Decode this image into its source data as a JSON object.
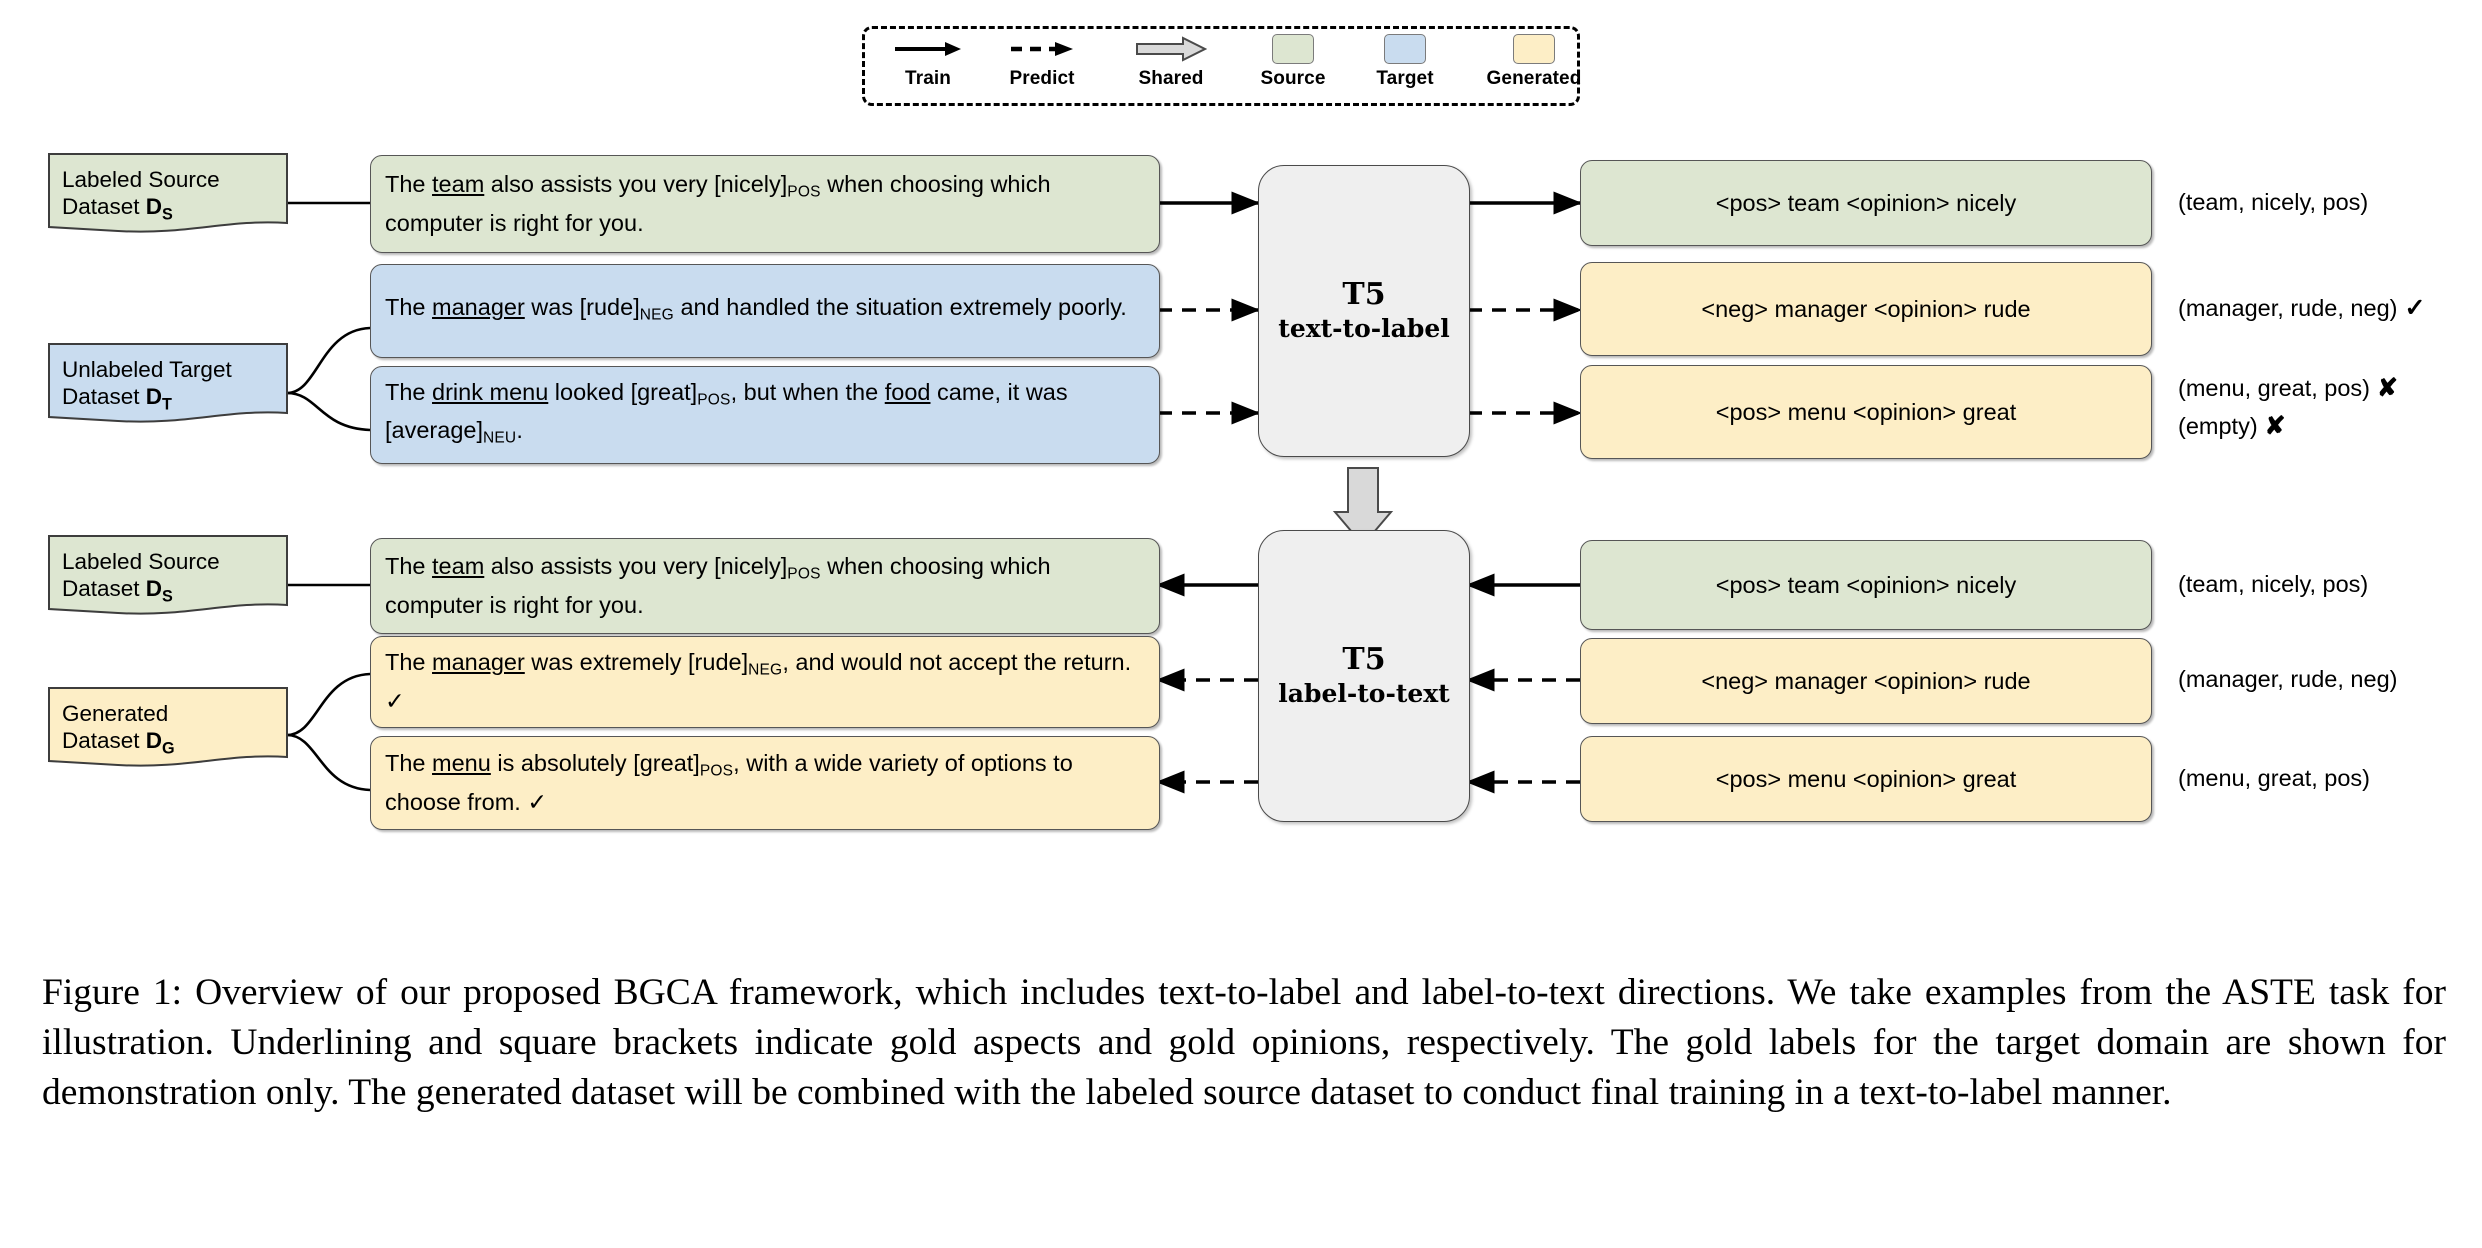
{
  "legend": {
    "items": [
      {
        "label": "Train",
        "glyph": "solid-arrow-icon"
      },
      {
        "label": "Predict",
        "glyph": "dashed-arrow-icon"
      },
      {
        "label": "Shared",
        "glyph": "block-arrow-icon"
      },
      {
        "label": "Source",
        "glyph": "green-swatch-icon",
        "color": "#dbe5ce"
      },
      {
        "label": "Target",
        "glyph": "blue-swatch-icon",
        "color": "#c5d9ec"
      },
      {
        "label": "Generated",
        "glyph": "yellow-swatch-icon",
        "color": "#fdeec5"
      }
    ]
  },
  "colors": {
    "source_green": "#dde6d1",
    "target_blue": "#c9dcef",
    "generated_yellow": "#fdeec6",
    "module_gray": "#efefef",
    "border": "#565656"
  },
  "top_section": {
    "datasets": [
      {
        "line1": "Labeled Source",
        "line2_pre": "Dataset ",
        "symbol": "D",
        "subscript": "S",
        "fill": "#dde6d1",
        "name": "labeled-source-dataset"
      },
      {
        "line1": "Unlabeled Target",
        "line2_pre": "Dataset ",
        "symbol": "D",
        "subscript": "T",
        "fill": "#c9dcef",
        "name": "unlabeled-target-dataset"
      }
    ],
    "sentences": [
      {
        "html": "The <u>team</u> also assists you very [nicely]<sub>POS</sub> when choosing which computer is right for you.",
        "fill": "#dde6d1",
        "kind": "source"
      },
      {
        "html": "The <u>manager</u> was [rude]<sub>NEG</sub> and handled the situation extremely poorly.",
        "fill": "#c9dcef",
        "kind": "target"
      },
      {
        "html": "The <u>drink menu</u> looked [great]<sub>POS</sub>, but when the <u>food</u> came, it was [average]<sub>NEU</sub>.",
        "fill": "#c9dcef",
        "kind": "target"
      }
    ],
    "module": {
      "title": "T5",
      "subtitle": "text-to-label"
    },
    "outputs": [
      {
        "text": "<pos> team <opinion> nicely",
        "fill": "#dde6d1"
      },
      {
        "text": "<neg> manager <opinion> rude",
        "fill": "#fdeec6"
      },
      {
        "text": "<pos> menu <opinion> great",
        "fill": "#fdeec6"
      }
    ],
    "triples": [
      {
        "text": "(team, nicely, pos)",
        "mark": ""
      },
      {
        "text": "(manager, rude, neg)",
        "mark": "✓"
      },
      {
        "text": "(menu, great, pos)",
        "mark": "✘"
      },
      {
        "text": "(empty)",
        "mark": "✘"
      }
    ]
  },
  "bottom_section": {
    "datasets": [
      {
        "line1": "Labeled Source",
        "line2_pre": "Dataset ",
        "symbol": "D",
        "subscript": "S",
        "fill": "#dde6d1",
        "name": "labeled-source-dataset"
      },
      {
        "line1": "Generated",
        "line2_pre": "Dataset ",
        "symbol": "D",
        "subscript": "G",
        "fill": "#fdeec6",
        "name": "generated-dataset"
      }
    ],
    "sentences": [
      {
        "html": "The <u>team</u> also assists you very [nicely]<sub>POS</sub> when choosing which computer is right for you.",
        "fill": "#dde6d1",
        "kind": "source"
      },
      {
        "html": "The <u>manager</u> was extremely [rude]<sub>NEG</sub>, and would not accept the return. ✓",
        "fill": "#fdeec6",
        "kind": "generated"
      },
      {
        "html": "The <u>menu</u> is absolutely [great]<sub>POS</sub>, with a wide variety of options to choose from. ✓",
        "fill": "#fdeec6",
        "kind": "generated"
      }
    ],
    "module": {
      "title": "T5",
      "subtitle": "label-to-text"
    },
    "inputs": [
      {
        "text": "<pos> team <opinion> nicely",
        "fill": "#dde6d1"
      },
      {
        "text": "<neg> manager <opinion> rude",
        "fill": "#fdeec6"
      },
      {
        "text": "<pos> menu <opinion> great",
        "fill": "#fdeec6"
      }
    ],
    "triples": [
      {
        "text": "(team, nicely, pos)",
        "mark": ""
      },
      {
        "text": "(manager, rude, neg)",
        "mark": ""
      },
      {
        "text": "(menu, great, pos)",
        "mark": ""
      }
    ]
  },
  "caption": {
    "text": "Figure 1: Overview of our proposed BGCA framework, which includes text-to-label and label-to-text directions. We take examples from the ASTE task for illustration. Underlining and square brackets indicate gold aspects and gold opinions, respectively. The gold labels for the target domain are shown for demonstration only. The generated dataset will be combined with the labeled source dataset to conduct final training in a text-to-label manner."
  }
}
